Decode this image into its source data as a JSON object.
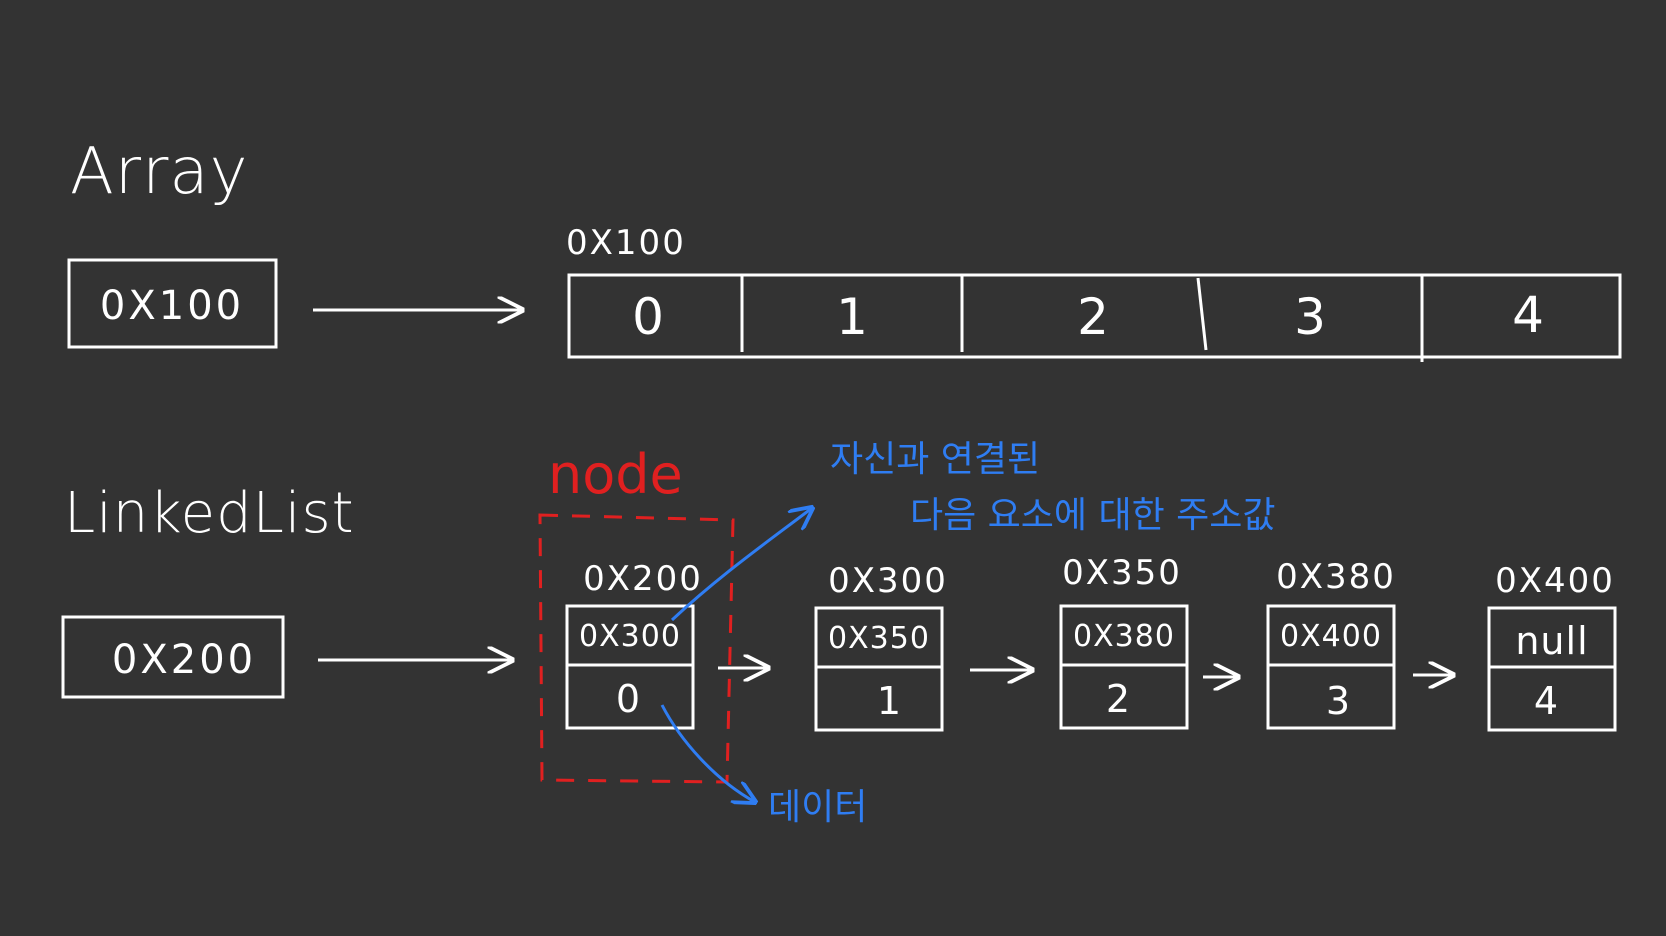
{
  "array": {
    "title": "Array",
    "pointer": "0X100",
    "start_address": "0X100",
    "cells": [
      "0",
      "1",
      "2",
      "3",
      "4"
    ]
  },
  "linked_list": {
    "title": "LinkedList",
    "pointer": "0X200",
    "node_label": "node",
    "nodes": [
      {
        "address": "0X200",
        "next": "0X300",
        "data": "0"
      },
      {
        "address": "0X300",
        "next": "0X350",
        "data": "1"
      },
      {
        "address": "0X350",
        "next": "0X380",
        "data": "2"
      },
      {
        "address": "0X380",
        "next": "0X400",
        "data": "3"
      },
      {
        "address": "0X400",
        "next": "null",
        "data": "4"
      }
    ]
  },
  "annotations": {
    "next_line1": "자신과 연결된",
    "next_line2": "다음 요소에 대한 주소값",
    "data": "데이터"
  },
  "colors": {
    "background": "#333333",
    "ink": "#ffffff",
    "node_highlight": "#e02020",
    "annotation": "#2f7df2"
  }
}
